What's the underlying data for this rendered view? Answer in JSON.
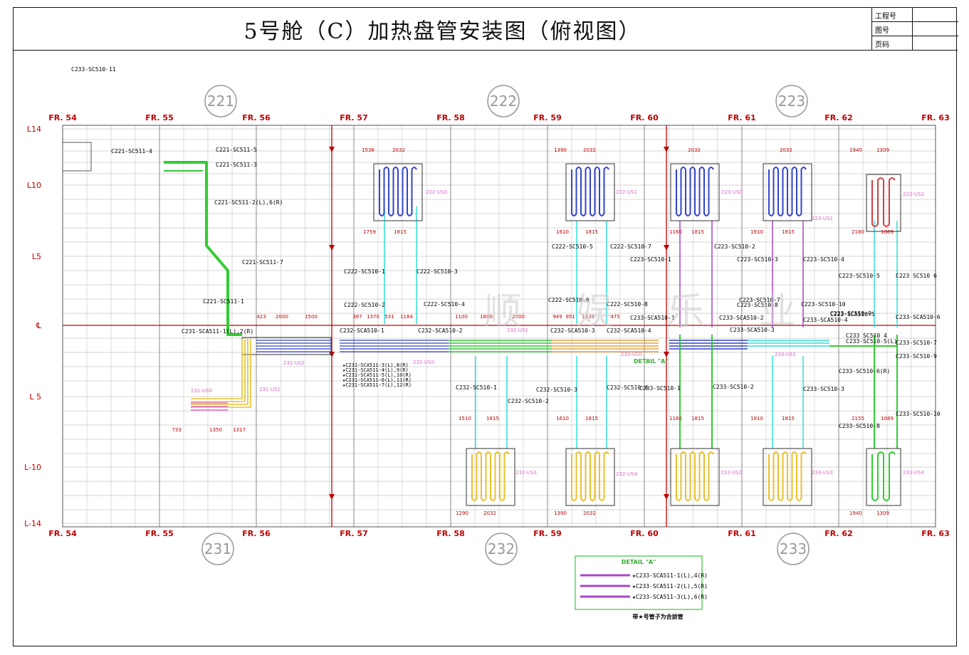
{
  "title": "5号舱（C）加热盘管安装图（俯视图）",
  "info_labels": [
    "工程号",
    "图号",
    "页码"
  ],
  "frames": [
    "FR. 54",
    "FR. 55",
    "FR. 56",
    "FR. 57",
    "FR. 58",
    "FR. 59",
    "FR. 60",
    "FR. 61",
    "FR. 62",
    "FR. 63"
  ],
  "levels": [
    "L14",
    "L10",
    "L5",
    "℄",
    "L 5",
    "L-10",
    "L-14"
  ],
  "compartments_top": [
    "221",
    "222",
    "223"
  ],
  "compartments_bottom": [
    "231",
    "232",
    "233"
  ],
  "watermark": "顺 娱 乐 业",
  "pipe_labels": [
    "C221-SC511-4",
    "C221-SC511-5",
    "C221-SC511-3",
    "C221-SC511-2(L),6(R)",
    "C221-SC511-7",
    "C221-SC511-1",
    "C222-SC510-1",
    "C222-SC510-3",
    "C222-SC510-2",
    "C222-SC510-4",
    "C222-SC510-5",
    "C222-SC510-7",
    "C222-SC510-6",
    "C222-SC510-8",
    "C223-SC510-1",
    "C223-SC510-2",
    "C223-SC510-3",
    "C223-SC510-4",
    "C223-SC510-5",
    "C223 SC510 6",
    "C223-SC510-7",
    "C223-SC510-8",
    "C223-SC510-9",
    "C223-SC510-10",
    "C231-SCA511-1(L),2(R)",
    "C232-SCA510-1",
    "C232-SCA510-2",
    "C232-SCA510-3",
    "C232-SCA510-4",
    "C233-SCA510-1",
    "C233-SCA510-2",
    "C233-SCA510-3",
    "C233-SCA510-4",
    "C233-SCA510-5",
    "C233-SCA510-6",
    "C232-SC510-1",
    "C232-SC510-2",
    "C232-SC510-3",
    "C232-SC510-4",
    "C233-SC510-1",
    "C233-SC510-2",
    "C233-SC510-3",
    "C233 SC510 4",
    "C233-SC510-5(L)",
    "C233-SC510-6(R)",
    "C233-SC510-7",
    "C233-SC510-8",
    "C233-SC510-9",
    "C233-SC510-10",
    "C233-SC510-11"
  ],
  "coil_tags": [
    "222-US0",
    "222-US1",
    "223-US0",
    "223-US1",
    "223-US2",
    "231-US0",
    "231-US1",
    "231-US2",
    "232-US0",
    "232-US1",
    "232-US3",
    "232-US4",
    "233-US0",
    "233-US1",
    "233-US2",
    "233-US3",
    "233-US4"
  ],
  "dims_top": [
    "1536",
    "2032",
    "1390",
    "2032",
    "2032",
    "2032",
    "1940",
    "1309"
  ],
  "dims_mid": [
    "1759",
    "1815",
    "1610",
    "1815",
    "1160",
    "1815",
    "1910",
    "1815",
    "2180",
    "1089"
  ],
  "dims_centre": [
    "423",
    "2000",
    "1500",
    "387",
    "1370",
    "531",
    "1184",
    "1100",
    "1800",
    "2000",
    "949",
    "951",
    "1339",
    "475"
  ],
  "dims_bottom_upper": [
    "1510",
    "1815",
    "1610",
    "1815",
    "1160",
    "1815",
    "1910",
    "1815",
    "2155",
    "1089"
  ],
  "dims_bottom": [
    "1290",
    "2032",
    "1390",
    "2032",
    "1940",
    "1309"
  ],
  "dims_231": [
    "733",
    "1350",
    "1317"
  ],
  "list_232": [
    "★C231-SCA511-3(L),8(R)",
    "★C231-SCA511-4(L),9(R)",
    "★C231-SCA511-5(L),10(R)",
    "★C231-SCA511-6(L),11(R)",
    "★C231-SCA511-7(L),12(R)"
  ],
  "detail_label": "DETAIL \"A\"",
  "detail_box": {
    "title": "DETAIL \"A\"",
    "items": [
      "★C233-SCA511-1(L),4(R)",
      "★C233-SCA511-2(L),5(R)",
      "★C233-SCA511-3(L),6(R)"
    ],
    "note": "带★号管子为合拢管"
  },
  "colors": {
    "frame_red": "#c00000",
    "green": "#33cc33",
    "cyan": "#33dddd",
    "purple": "#aa44cc",
    "blue": "#3344cc",
    "orange": "#e8a040",
    "yellow": "#e8c030",
    "pink": "#e066c8"
  }
}
